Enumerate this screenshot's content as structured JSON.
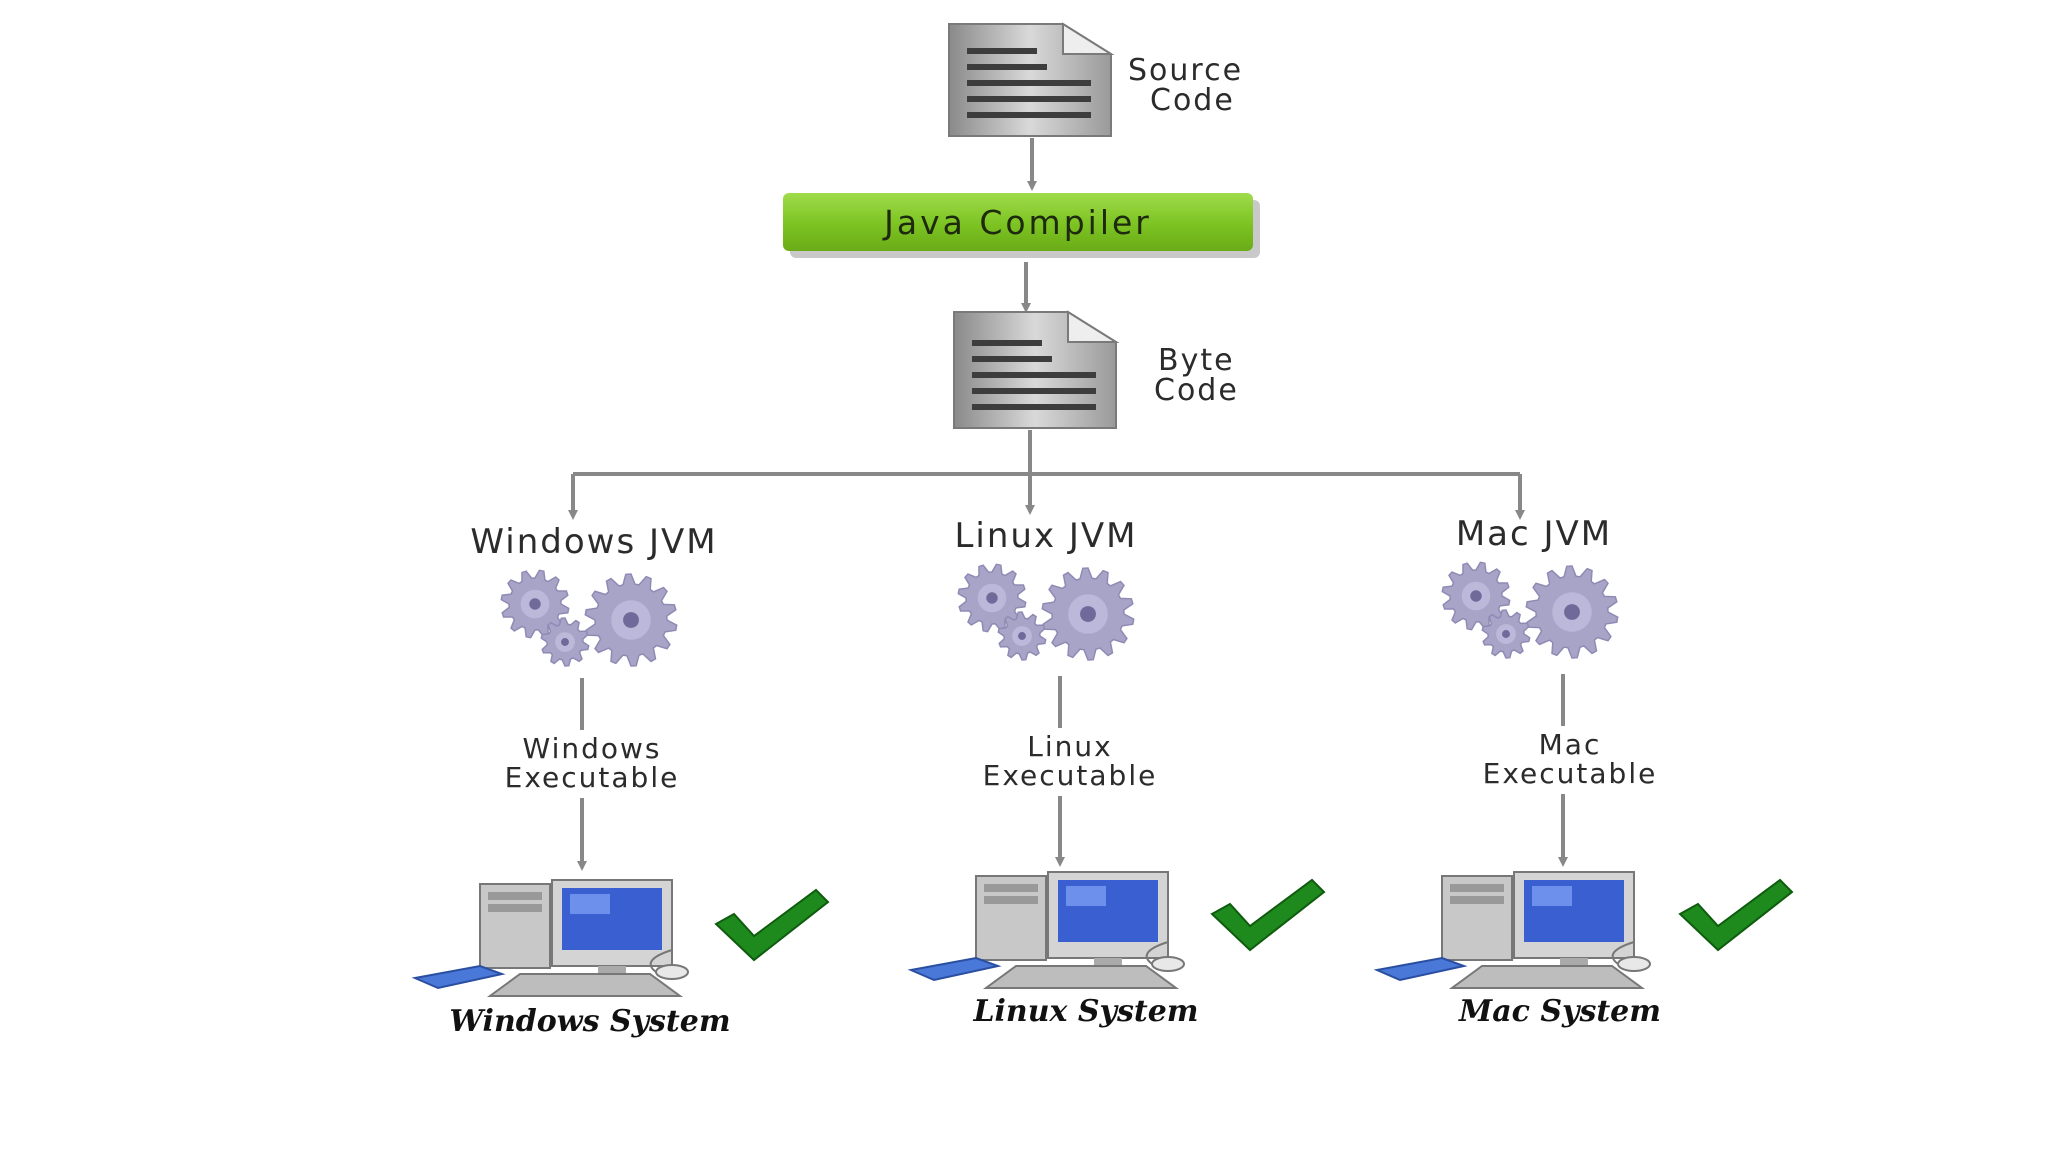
{
  "source_code": {
    "line1": "Source",
    "line2": "Code",
    "icon": "document-icon"
  },
  "compiler": {
    "label": "Java Compiler",
    "color": "#7cc322"
  },
  "byte_code": {
    "line1": "Byte",
    "line2": "Code",
    "icon": "document-icon"
  },
  "platforms": [
    {
      "jvm": "Windows JVM",
      "exe_line1": "Windows",
      "exe_line2": "Executable",
      "system": "Windows System",
      "status_icon": "check-icon"
    },
    {
      "jvm": "Linux JVM",
      "exe_line1": "Linux",
      "exe_line2": "Executable",
      "system": "Linux System",
      "status_icon": "check-icon"
    },
    {
      "jvm": "Mac JVM",
      "exe_line1": "Mac",
      "exe_line2": "Executable",
      "system": "Mac System",
      "status_icon": "check-icon"
    }
  ],
  "colors": {
    "arrow": "#888888",
    "gear": "#a8a4c8",
    "check": "#1e8a1e",
    "monitor": "#3a5fd0"
  }
}
